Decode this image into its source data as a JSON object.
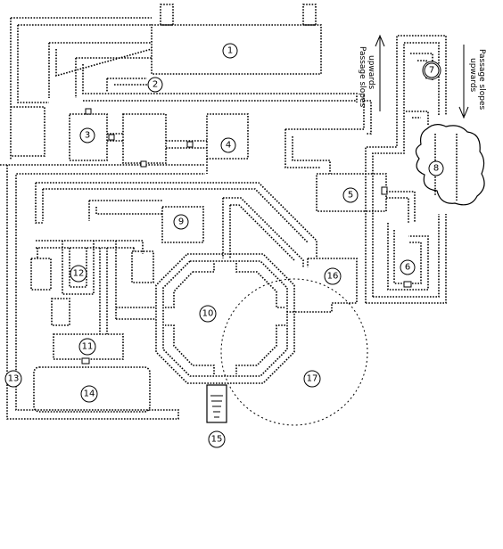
{
  "map": {
    "labels": [
      "1",
      "2",
      "3",
      "4",
      "5",
      "6",
      "7",
      "8",
      "9",
      "10",
      "11",
      "12",
      "13",
      "14",
      "15",
      "16",
      "17"
    ],
    "note_up_left_line1": "Passage slopes",
    "note_up_left_line2": "upwards",
    "note_up_right_line1": "Passage slopes",
    "note_up_right_line2": "upwards"
  }
}
